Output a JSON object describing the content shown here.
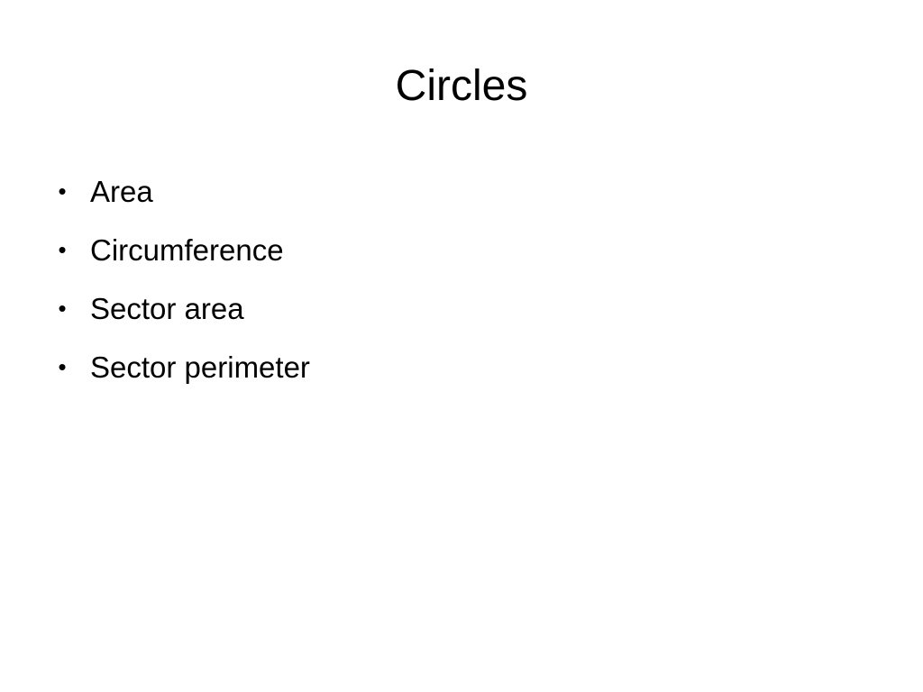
{
  "slide": {
    "title": "Circles",
    "bullets": [
      {
        "marker": "•",
        "text": "Area"
      },
      {
        "marker": "•",
        "text": "Circumference"
      },
      {
        "marker": "•",
        "text": "Sector area"
      },
      {
        "marker": "•",
        "text": "Sector perimeter"
      }
    ]
  },
  "colors": {
    "background": "#ffffff",
    "text": "#000000"
  }
}
